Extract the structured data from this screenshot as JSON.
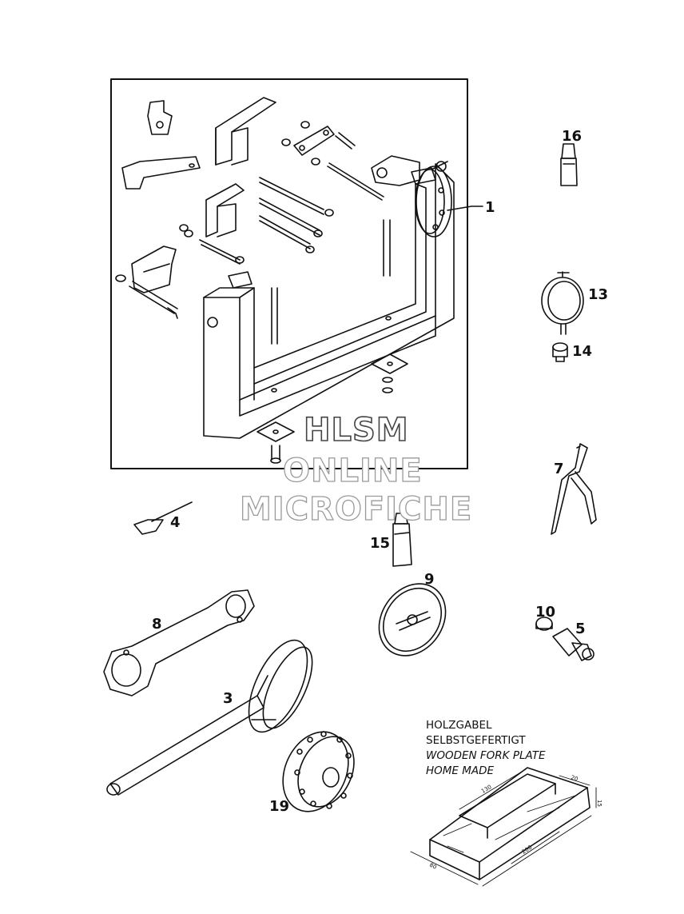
{
  "callouts": {
    "c1": "1",
    "c3": "3",
    "c4": "4",
    "c5": "5",
    "c7": "7",
    "c8": "8",
    "c9": "9",
    "c10": "10",
    "c13": "13",
    "c14": "14",
    "c15": "15",
    "c16": "16",
    "c19": "19"
  },
  "note": {
    "line1": "HOLZGABEL",
    "line2": "SELBSTGEFERTIGT",
    "line3": "WOODEN FORK PLATE",
    "line4": "HOME MADE"
  },
  "dimensions": {
    "d130": "130",
    "d20": "20",
    "d15": "15",
    "d200": "200",
    "d80": "80"
  },
  "watermark": {
    "line1": "HLSM",
    "line2": "ONLINE",
    "line3": "MICROFICHE"
  }
}
